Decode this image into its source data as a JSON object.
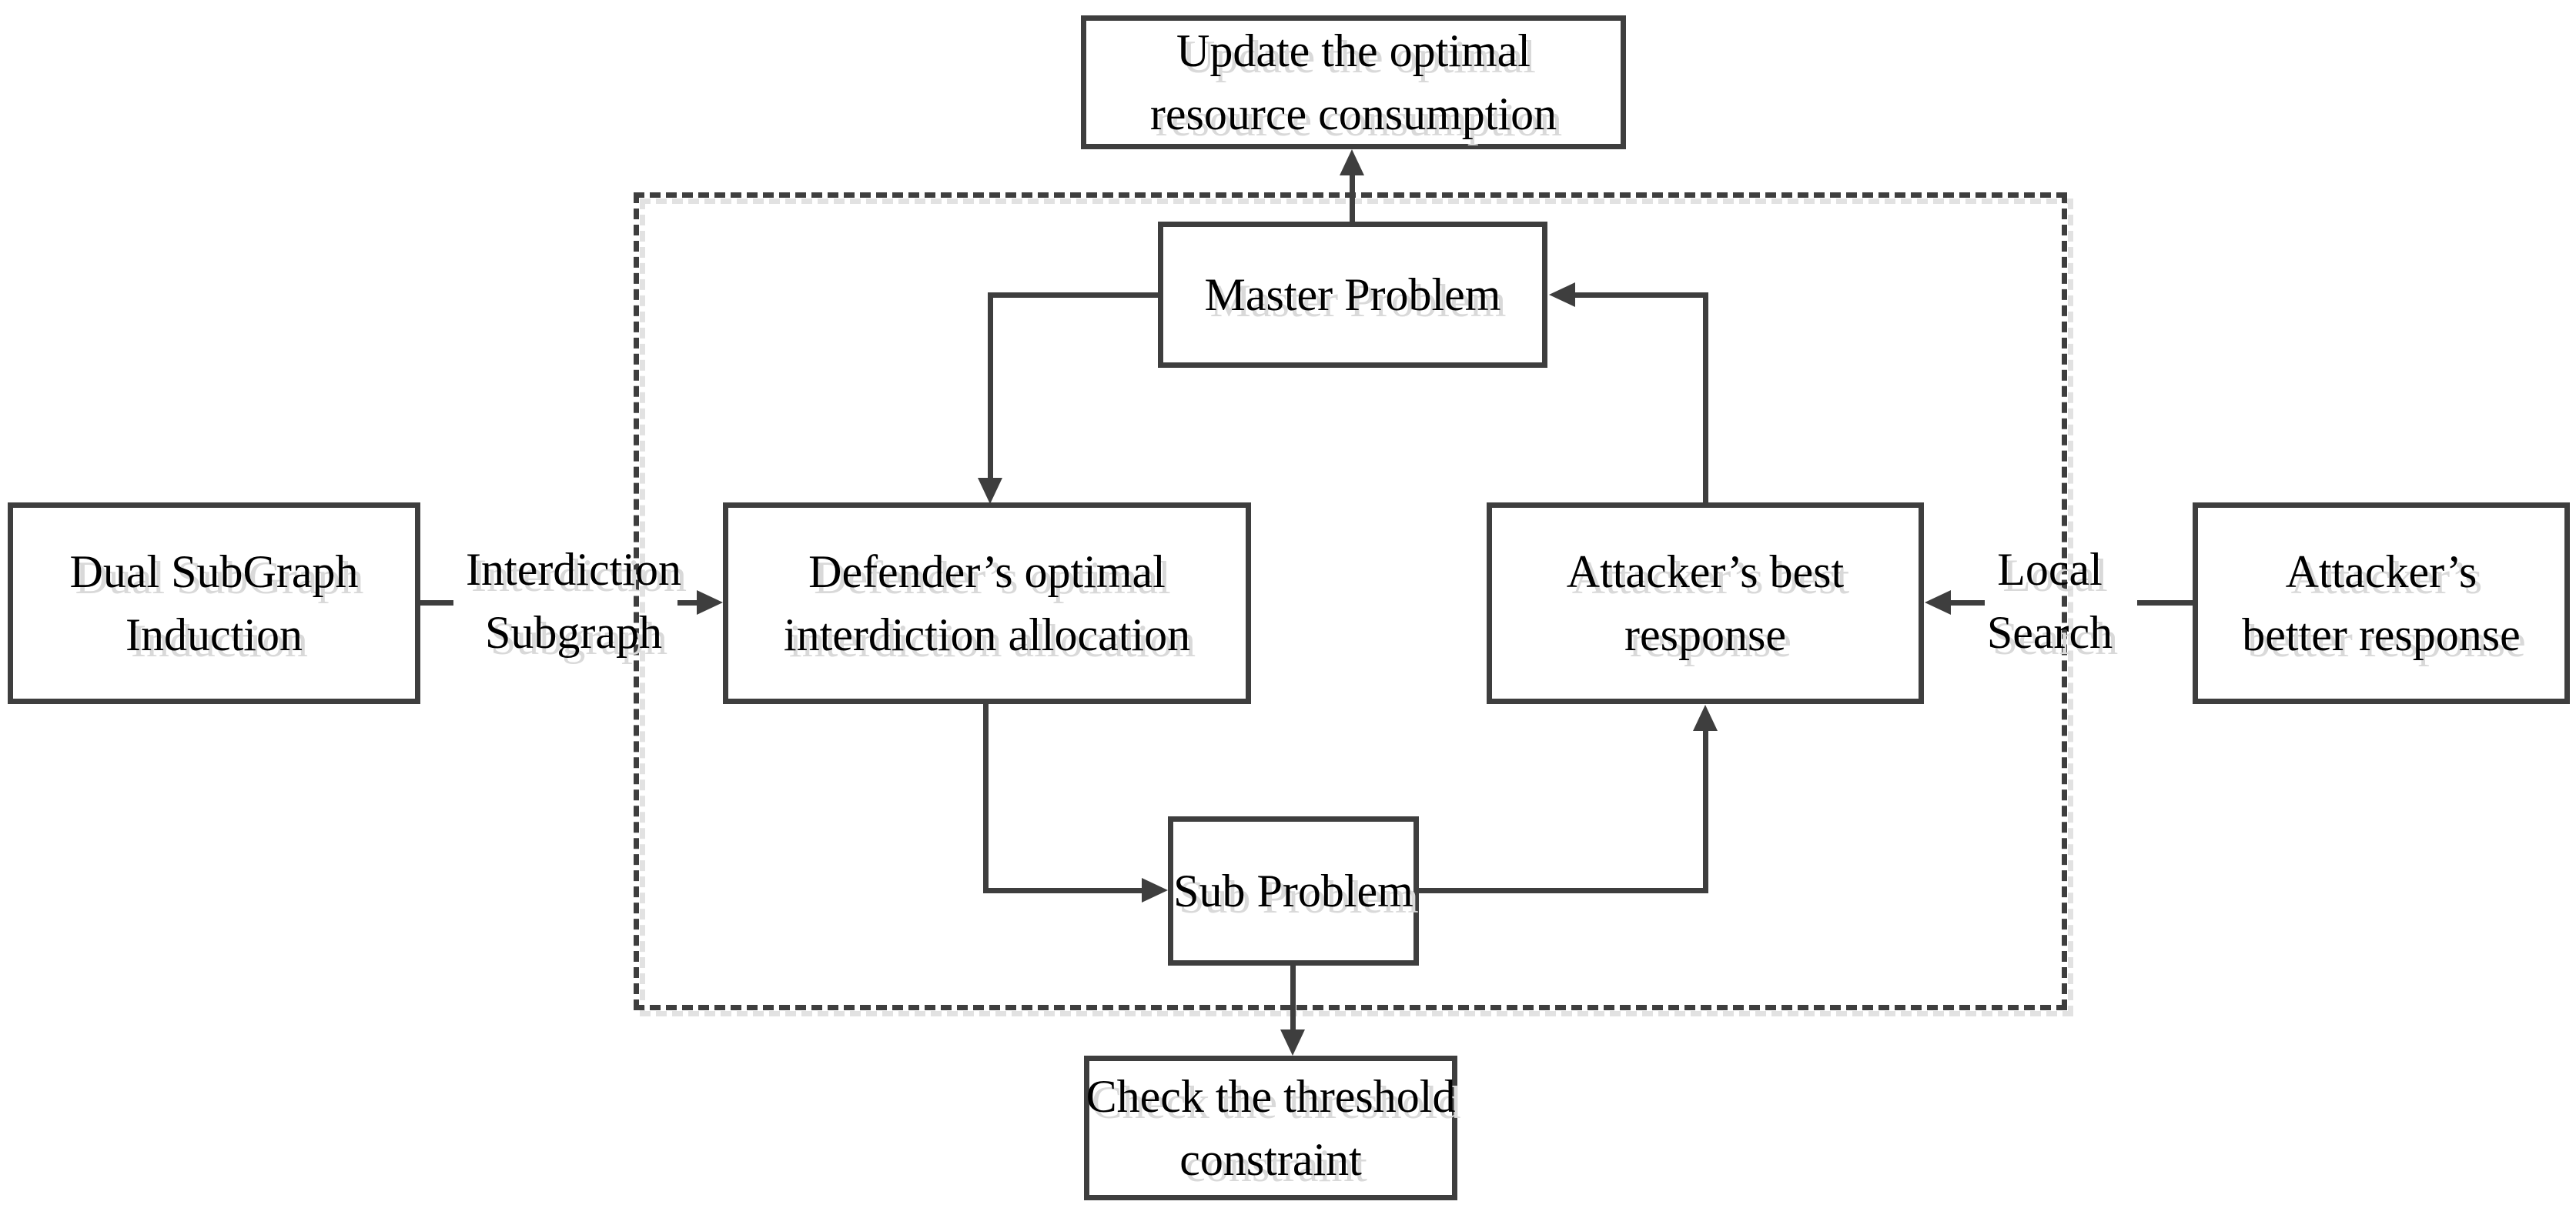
{
  "diagram": {
    "colors": {
      "line": "#3e3e3e",
      "shadow": "#e3e3e3",
      "text": "#000000",
      "background": "#ffffff"
    },
    "nodes": {
      "update_optimal": {
        "line1": "Update the optimal",
        "line2": "resource consumption"
      },
      "master_problem": {
        "line1": "Master Problem"
      },
      "defender_allocation": {
        "line1": "Defender’s optimal",
        "line2": "interdiction allocation"
      },
      "attacker_best": {
        "line1": "Attacker’s best",
        "line2": "response"
      },
      "dual_subgraph": {
        "line1": "Dual SubGraph",
        "line2": "Induction"
      },
      "attacker_better": {
        "line1": "Attacker’s",
        "line2": "better response"
      },
      "sub_problem": {
        "line1": "Sub Problem"
      },
      "check_threshold": {
        "line1": "Check the threshold",
        "line2": "constraint"
      }
    },
    "edge_labels": {
      "interdiction_subgraph": {
        "line1": "Interdiction",
        "line2": "Subgraph"
      },
      "local_search": {
        "line1": "Local",
        "line2": "Search"
      }
    },
    "edges": [
      {
        "from": "master_problem",
        "to": "update_optimal"
      },
      {
        "from": "master_problem",
        "to": "defender_allocation"
      },
      {
        "from": "defender_allocation",
        "to": "sub_problem"
      },
      {
        "from": "sub_problem",
        "to": "attacker_best"
      },
      {
        "from": "attacker_best",
        "to": "master_problem"
      },
      {
        "from": "sub_problem",
        "to": "check_threshold"
      },
      {
        "from": "dual_subgraph",
        "to": "defender_allocation",
        "label": "Interdiction Subgraph"
      },
      {
        "from": "attacker_better",
        "to": "attacker_best",
        "label": "Local Search"
      }
    ]
  }
}
